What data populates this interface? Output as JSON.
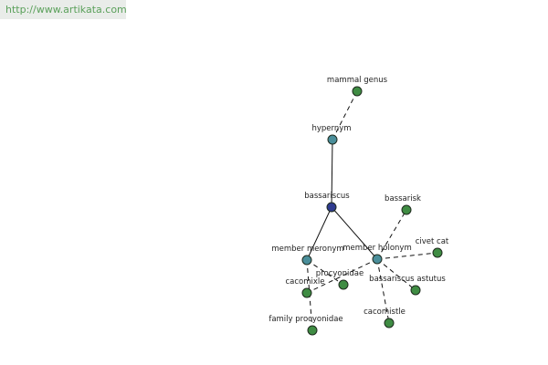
{
  "header": {
    "url": "http://www.artikata.com"
  },
  "colors": {
    "root_node": "#2f3b8f",
    "relation_node": "#4a8e9a",
    "leaf_node": "#3f8c43",
    "url_text": "#5aa05a"
  },
  "graph": {
    "nodes": {
      "bassariscus": {
        "label": "bassariscus",
        "kind": "root"
      },
      "hypernym": {
        "label": "hypernym",
        "kind": "relation"
      },
      "mammal_genus": {
        "label": "mammal genus",
        "kind": "leaf"
      },
      "member_meronym": {
        "label": "member meronym",
        "kind": "relation"
      },
      "member_holonym": {
        "label": "member holonym",
        "kind": "relation"
      },
      "bassarisk": {
        "label": "bassarisk",
        "kind": "leaf"
      },
      "civet_cat": {
        "label": "civet cat",
        "kind": "leaf"
      },
      "procyonidae": {
        "label": "procyonidae",
        "kind": "leaf"
      },
      "cacomixle": {
        "label": "cacomixle",
        "kind": "leaf"
      },
      "bassariscus_astutus": {
        "label": "bassariscus astutus",
        "kind": "leaf"
      },
      "family_procyonidae": {
        "label": "family procyonidae",
        "kind": "leaf"
      },
      "cacomistle": {
        "label": "cacomistle",
        "kind": "leaf"
      }
    },
    "edges": [
      {
        "from": "bassariscus",
        "to": "hypernym",
        "style": "solid"
      },
      {
        "from": "hypernym",
        "to": "mammal_genus",
        "style": "dashed"
      },
      {
        "from": "bassariscus",
        "to": "member_meronym",
        "style": "solid"
      },
      {
        "from": "bassariscus",
        "to": "member_holonym",
        "style": "solid"
      },
      {
        "from": "member_meronym",
        "to": "procyonidae",
        "style": "dashed"
      },
      {
        "from": "member_meronym",
        "to": "family_procyonidae",
        "style": "dashed"
      },
      {
        "from": "member_holonym",
        "to": "bassarisk",
        "style": "dashed"
      },
      {
        "from": "member_holonym",
        "to": "civet_cat",
        "style": "dashed"
      },
      {
        "from": "member_holonym",
        "to": "cacomixle",
        "style": "dashed"
      },
      {
        "from": "member_holonym",
        "to": "bassariscus_astutus",
        "style": "dashed"
      },
      {
        "from": "member_holonym",
        "to": "cacomistle",
        "style": "dashed"
      }
    ]
  }
}
